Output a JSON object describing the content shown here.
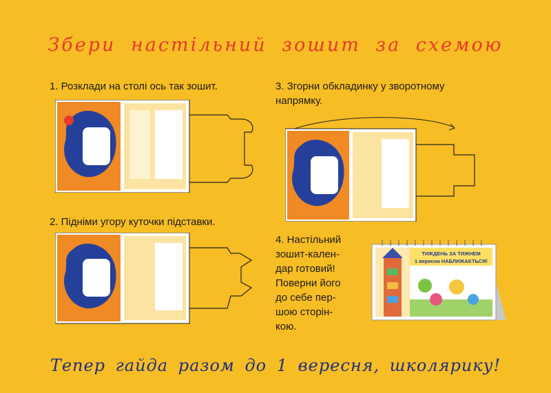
{
  "title": "Збери настільний зошит за схемою",
  "steps": [
    {
      "text": "1. Розклади на столі ось так зошит."
    },
    {
      "line1": "3. Згорни обкладинку у зворотному",
      "line2": "напрямку."
    },
    {
      "text": "2. Підніми угору куточки підставки."
    },
    {
      "lines": [
        "4. Настільний",
        "зошит-кален-",
        "дар готовий!",
        "Поверни його",
        "до себе пер-",
        "шою сторін-",
        "кою."
      ]
    }
  ],
  "calendar": {
    "heading_line1": "ТИЖДЕНЬ ЗА ТИЖНЕМ",
    "heading_line2": "1 вересня НАБЛИЖАЄТЬСЯ!"
  },
  "footer": "Тепер гайда разом до 1 вересня, школярику!",
  "colors": {
    "background": "#f7bd24",
    "title": "#e63a2c",
    "footer": "#1e2f7f",
    "cover_orange": "#f08a24",
    "cover_blue": "#25409a"
  }
}
